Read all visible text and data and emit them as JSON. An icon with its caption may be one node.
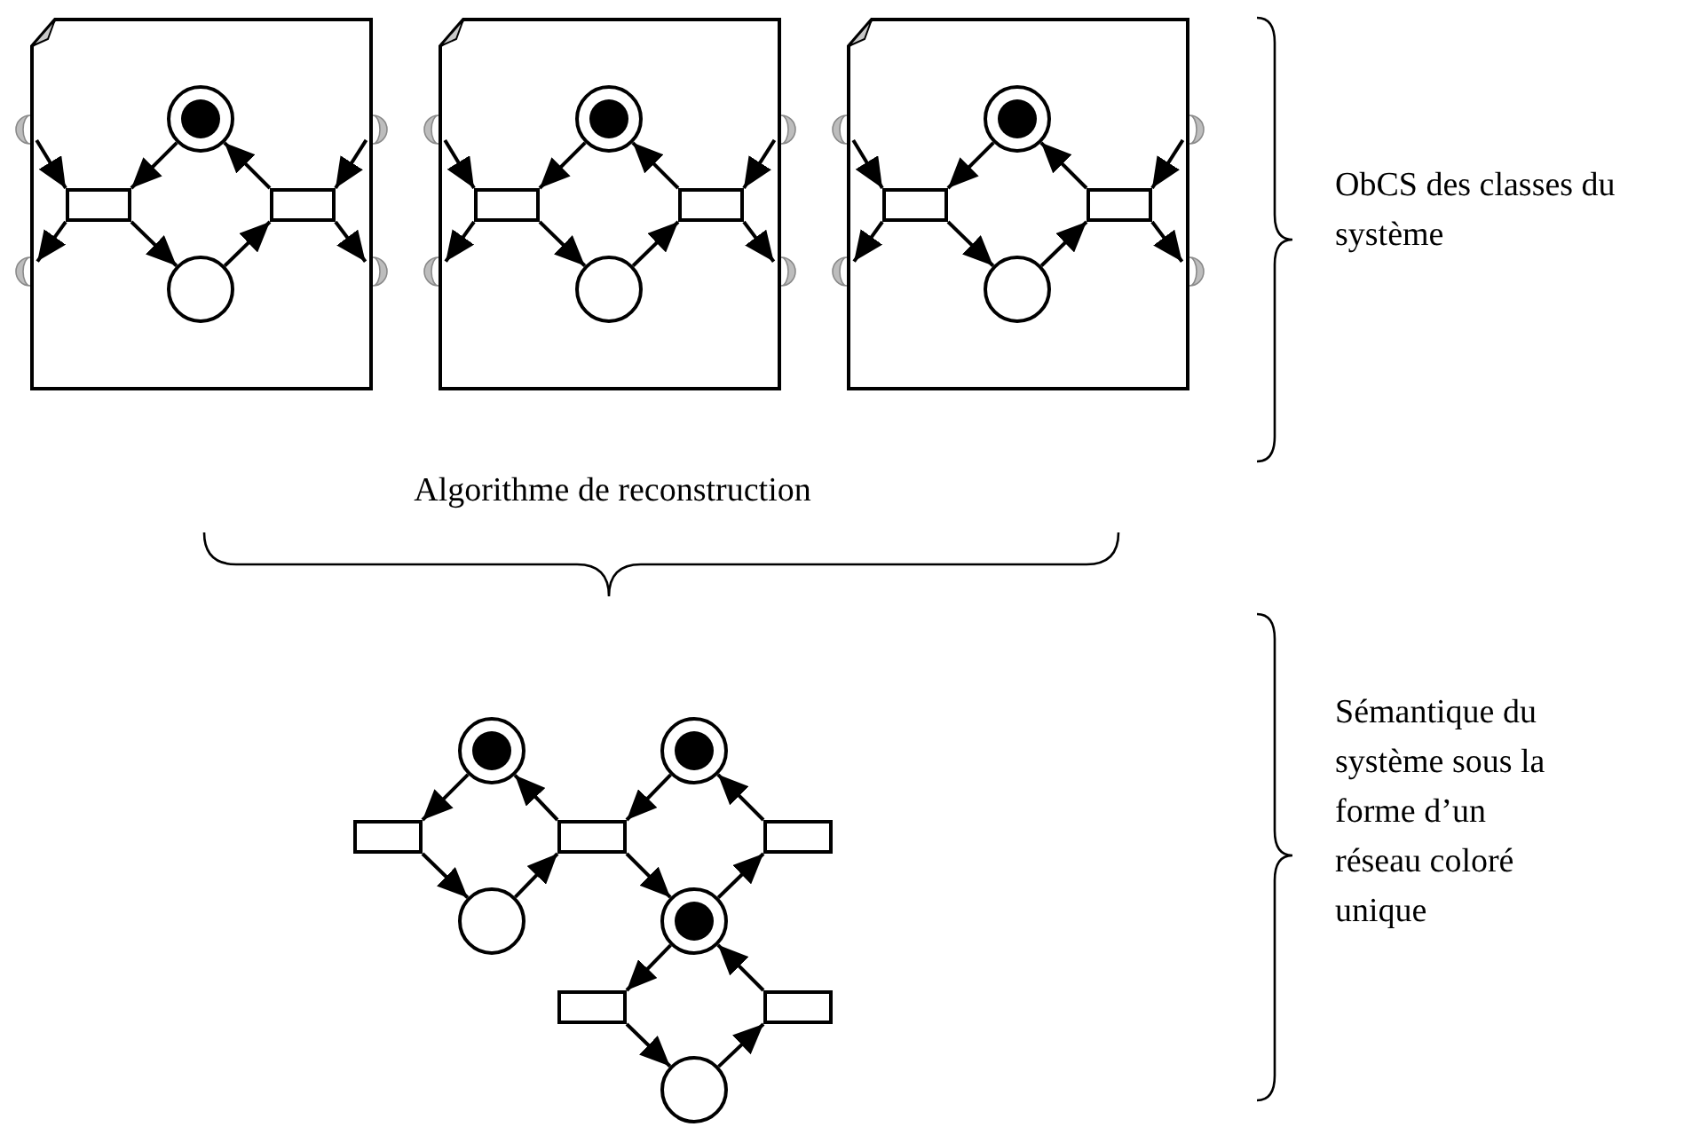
{
  "diagram": {
    "nodes": [
      {
        "text": [],
        "shape": "document"
      },
      {
        "text": [],
        "shape": "bullseye",
        "in": 0
      },
      {
        "text": [],
        "shape": "crescent"
      },
      {
        "text": [],
        "shape": "crescent"
      },
      {
        "text": [],
        "shape": "bar",
        "in": 0
      },
      {
        "text": [],
        "shape": "bar",
        "in": 0
      },
      {
        "text": [],
        "shape": "crescent"
      },
      {
        "text": [],
        "shape": "crescent"
      },
      {
        "text": [],
        "shape": "circle",
        "in": 0
      },
      {
        "text": [],
        "shape": "document"
      },
      {
        "text": [],
        "shape": "bullseye",
        "in": 9
      },
      {
        "text": [],
        "shape": "crescent"
      },
      {
        "text": [],
        "shape": "crescent"
      },
      {
        "text": [],
        "shape": "bar",
        "in": 9
      },
      {
        "text": [],
        "shape": "bar",
        "in": 9
      },
      {
        "text": [],
        "shape": "crescent"
      },
      {
        "text": [],
        "shape": "crescent"
      },
      {
        "text": [],
        "shape": "circle",
        "in": 9
      },
      {
        "text": [],
        "shape": "document"
      },
      {
        "text": [],
        "shape": "bullseye",
        "in": 18
      },
      {
        "text": [],
        "shape": "crescent"
      },
      {
        "text": [],
        "shape": "crescent"
      },
      {
        "text": [],
        "shape": "bar",
        "in": 18
      },
      {
        "text": [],
        "shape": "bar",
        "in": 18
      },
      {
        "text": [],
        "shape": "crescent"
      },
      {
        "text": [],
        "shape": "crescent"
      },
      {
        "text": [],
        "shape": "circle",
        "in": 18
      },
      {
        "text": [],
        "shape": "bullseye"
      },
      {
        "text": [],
        "shape": "bullseye"
      },
      {
        "text": [],
        "shape": "bar"
      },
      {
        "text": [],
        "shape": "bar"
      },
      {
        "text": [],
        "shape": "bar"
      },
      {
        "text": [],
        "shape": "circle"
      },
      {
        "text": [],
        "shape": "bullseye"
      },
      {
        "text": [],
        "shape": "bar"
      },
      {
        "text": [],
        "shape": "bar"
      },
      {
        "text": [],
        "shape": "circle"
      }
    ],
    "edges": [
      {
        "from": 2,
        "to": 4,
        "arrow": "to"
      },
      {
        "from": 1,
        "to": 4,
        "arrow": "to"
      },
      {
        "from": 4,
        "to": 6,
        "arrow": "to"
      },
      {
        "from": 4,
        "to": 8,
        "arrow": "to"
      },
      {
        "from": 8,
        "to": 5,
        "arrow": "to"
      },
      {
        "from": 5,
        "to": 1,
        "arrow": "to"
      },
      {
        "from": 3,
        "to": 5,
        "arrow": "to"
      },
      {
        "from": 5,
        "to": 7,
        "arrow": "to"
      },
      {
        "from": 11,
        "to": 13,
        "arrow": "to"
      },
      {
        "from": 10,
        "to": 13,
        "arrow": "to"
      },
      {
        "from": 13,
        "to": 15,
        "arrow": "to"
      },
      {
        "from": 13,
        "to": 17,
        "arrow": "to"
      },
      {
        "from": 17,
        "to": 14,
        "arrow": "to"
      },
      {
        "from": 14,
        "to": 10,
        "arrow": "to"
      },
      {
        "from": 12,
        "to": 14,
        "arrow": "to"
      },
      {
        "from": 14,
        "to": 16,
        "arrow": "to"
      },
      {
        "from": 20,
        "to": 22,
        "arrow": "to"
      },
      {
        "from": 19,
        "to": 22,
        "arrow": "to"
      },
      {
        "from": 22,
        "to": 24,
        "arrow": "to"
      },
      {
        "from": 22,
        "to": 26,
        "arrow": "to"
      },
      {
        "from": 26,
        "to": 23,
        "arrow": "to"
      },
      {
        "from": 23,
        "to": 19,
        "arrow": "to"
      },
      {
        "from": 21,
        "to": 23,
        "arrow": "to"
      },
      {
        "from": 23,
        "to": 25,
        "arrow": "to"
      },
      {
        "from": 27,
        "to": 29,
        "arrow": "to"
      },
      {
        "from": 29,
        "to": 32,
        "arrow": "to"
      },
      {
        "from": 32,
        "to": 30,
        "arrow": "to"
      },
      {
        "from": 30,
        "to": 27,
        "arrow": "to"
      },
      {
        "from": 28,
        "to": 30,
        "arrow": "to"
      },
      {
        "from": 30,
        "to": 33,
        "arrow": "to"
      },
      {
        "from": 33,
        "to": 31,
        "arrow": "to"
      },
      {
        "from": 31,
        "to": 28,
        "arrow": "to"
      },
      {
        "from": 33,
        "to": 34,
        "arrow": "to"
      },
      {
        "from": 34,
        "to": 36,
        "arrow": "to"
      },
      {
        "from": 36,
        "to": 35,
        "arrow": "to"
      },
      {
        "from": 35,
        "to": 33,
        "arrow": "to"
      }
    ],
    "labels": [
      "ObCS des classes du système",
      "Algorithme de reconstruction",
      "Sémantique du système sous la forme d’un réseau coloré unique"
    ]
  }
}
